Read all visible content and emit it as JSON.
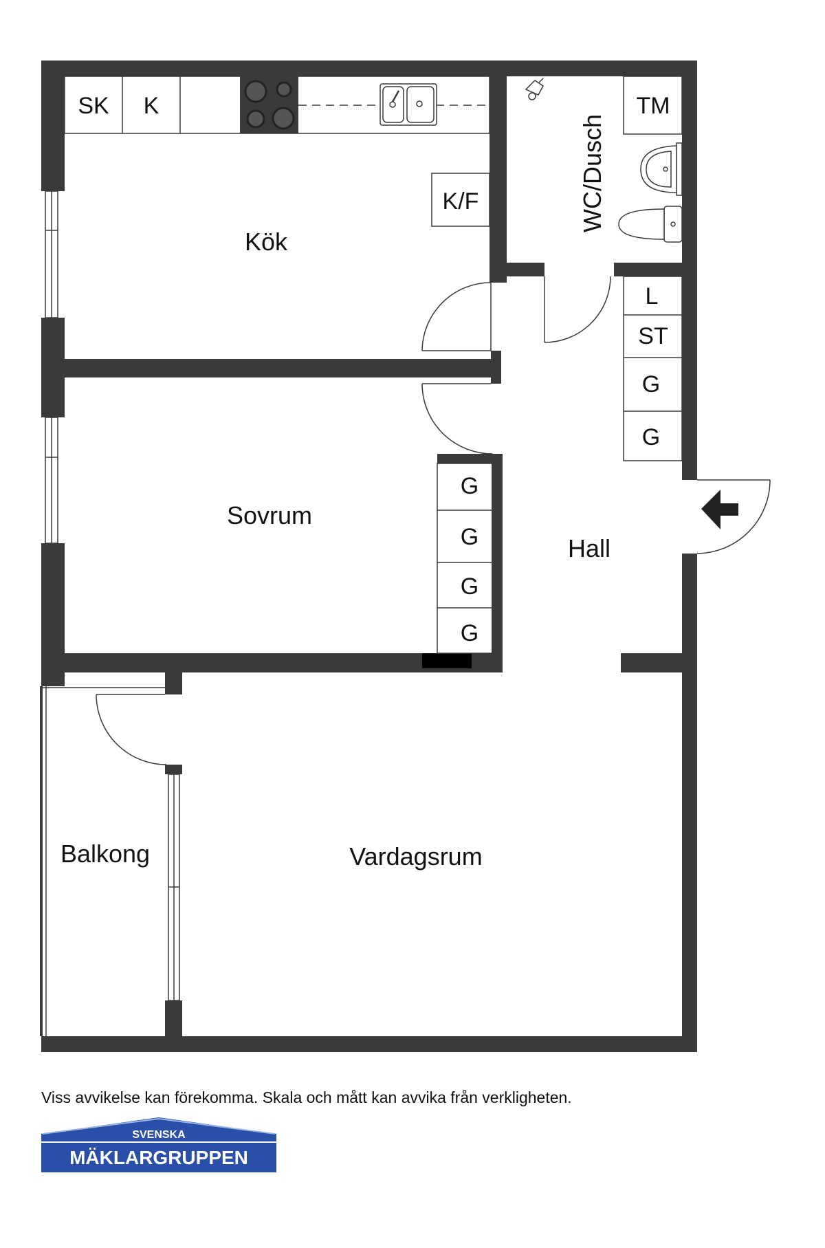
{
  "rooms": {
    "kok": "Kök",
    "sovrum": "Sovrum",
    "hall": "Hall",
    "vardagsrum": "Vardagsrum",
    "balkong": "Balkong",
    "wc": "WC/Dusch"
  },
  "fixtures": {
    "sk": "SK",
    "k": "K",
    "kf": "K/F",
    "tm": "TM",
    "l": "L",
    "st": "ST",
    "g": "G"
  },
  "disclaimer": "Viss avvikelse kan förekomma. Skala och mått kan avvika från verkligheten.",
  "logo": {
    "top": "SVENSKA",
    "bottom": "MÄKLARGRUPPEN"
  },
  "colors": {
    "wall": "#3a3a3a",
    "logo_blue": "#2a4fa8"
  },
  "icons": [
    "stove-icon",
    "sink-icon",
    "shower-icon",
    "washbasin-icon",
    "toilet-icon",
    "entrance-arrow-icon"
  ]
}
